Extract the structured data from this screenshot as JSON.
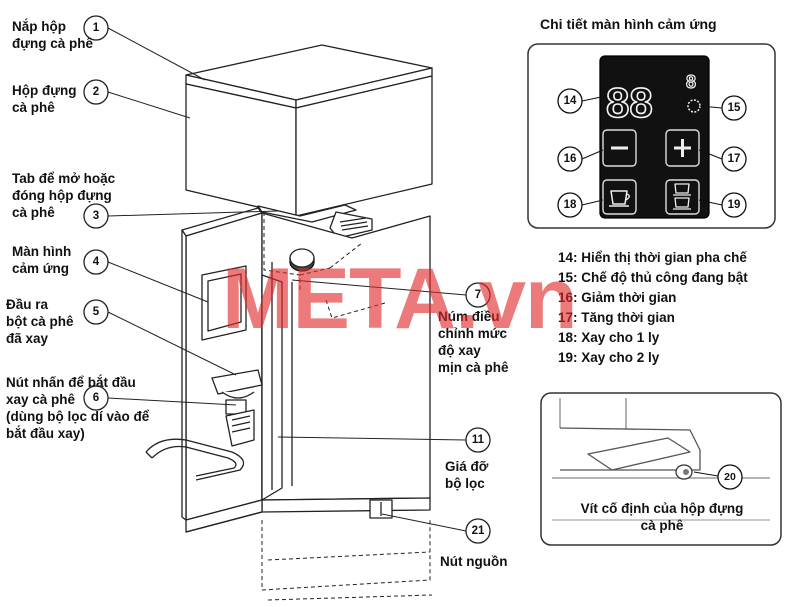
{
  "callouts": [
    {
      "num": "1",
      "label": "Nắp hộp\nđựng cà phê"
    },
    {
      "num": "2",
      "label": "Hộp đựng\ncà phê"
    },
    {
      "num": "3",
      "label": "Tab để mở hoặc\nđóng hộp đựng\ncà phê"
    },
    {
      "num": "4",
      "label": "Màn hình\ncảm ứng"
    },
    {
      "num": "5",
      "label": "Đầu ra\nbột cà phê\nđã xay"
    },
    {
      "num": "6",
      "label": "Nút nhấn để bắt đầu\nxay cà phê\n(dùng bộ lọc dí vào để\nbắt đầu xay)"
    },
    {
      "num": "7",
      "label": "Núm điều\nchỉnh mức\nđộ xay\nmịn cà phê"
    },
    {
      "num": "11",
      "label": "Giá đỡ\nbộ lọc"
    },
    {
      "num": "21",
      "label": "Nút nguồn"
    }
  ],
  "touchscreen": {
    "title": "Chi tiết màn hình cảm ứng",
    "display_digits": "88",
    "display_small_digit": "8",
    "nums": {
      "n14": "14",
      "n15": "15",
      "n16": "16",
      "n17": "17",
      "n18": "18",
      "n19": "19"
    }
  },
  "legend": [
    "14: Hiển thị thời gian pha chế",
    "15: Chế độ thủ công đang bật",
    "16: Giảm thời gian",
    "17: Tăng thời gian",
    "18: Xay cho 1 ly",
    "19: Xay cho 2 ly"
  ],
  "screw_detail": {
    "num": "20",
    "label": "Vít cố định của hộp đựng\ncà phê"
  },
  "watermark": "META.vn"
}
